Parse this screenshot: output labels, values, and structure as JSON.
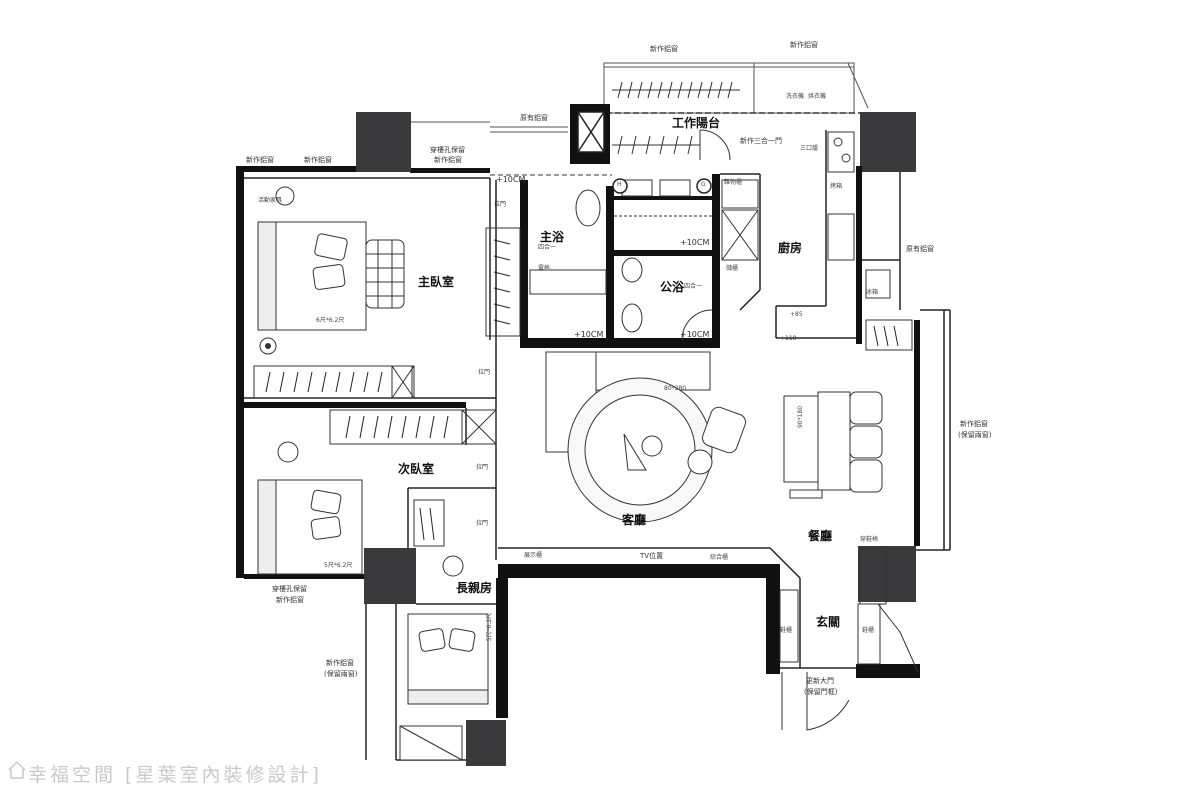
{
  "rooms": {
    "master_bedroom": "主臥室",
    "second_bedroom": "次臥室",
    "elder_room": "長親房",
    "master_bath": "主浴",
    "public_bath": "公浴",
    "kitchen": "廚房",
    "work_balcony": "工作陽台",
    "living_room": "客廳",
    "dining": "餐廳",
    "entry": "玄關"
  },
  "notes": {
    "new_window_1": "新作鋁窗",
    "new_window_2": "新作鋁窗",
    "new_window_3": "新作鋁窗",
    "new_window_4": "新作鋁窗",
    "existing_window_1": "原有鋁窗",
    "existing_window_2": "原有鋁窗",
    "keep_hole_1": "穿樓孔保留",
    "keep_hole_1b": "新作鋁窗",
    "keep_hole_2": "穿樓孔保留",
    "keep_hole_2b": "新作鋁窗",
    "new_window_keep_1": "新作鋁窗",
    "new_window_keep_1b": "(保留兩窗)",
    "new_window_keep_2": "新作鋁窗",
    "new_window_keep_2b": "(保留兩窗)",
    "three_in_one_door": "新作三合一門",
    "new_door": "更新大門",
    "new_door_b": "(保留門框)",
    "tv": "TV位置",
    "sofa_size": "80*280",
    "bed_master": "6尺*6.2尺",
    "bed_second": "5尺*6.2尺",
    "bed_elder": "5尺*6.2尺",
    "table_size": "90*180",
    "plus10_1": "+10CM",
    "plus10_2": "+10CM",
    "plus10_3": "+10CM",
    "plus10_4": "+10CM",
    "h85": "+85",
    "h118": "+118",
    "bath_h": "H",
    "bath_g": "G",
    "four_in_one_1": "四合一",
    "four_in_one_2": "四合一",
    "sliding_door_1": "拉門",
    "sliding_door_2": "拉門",
    "sliding_door_3": "拉門",
    "sliding_door_4": "拉門",
    "burner": "三口爐",
    "fridge": "冰箱",
    "shoe_cab_1": "鞋櫃",
    "shoe_cab_2": "鞋櫃",
    "display_cab": "展示櫃",
    "washer": "洗衣機",
    "dryer": "烘衣機",
    "storage": "儲櫃",
    "storage2": "雜物櫃",
    "activity": "活動家具",
    "console": "綜合櫃",
    "oven": "烤箱",
    "shoe_bench": "穿鞋椅",
    "water": "電熱"
  },
  "watermark": "幸福空間 [星葉室內裝修設計]"
}
